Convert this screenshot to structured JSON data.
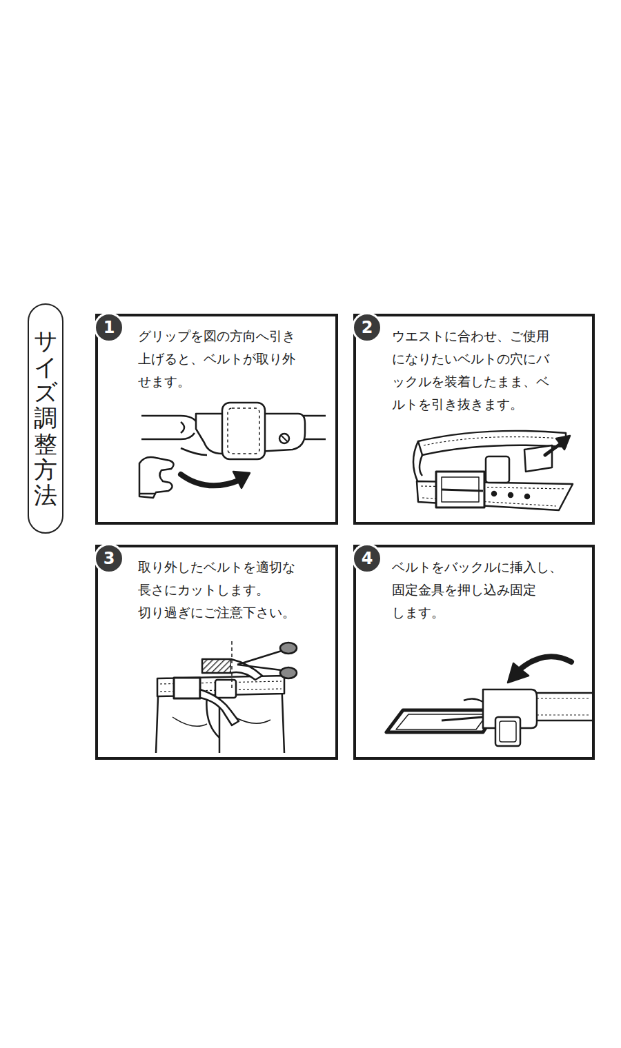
{
  "diagram": {
    "nodes": [
      {
        "text": [
          "サイズ調整方法"
        ]
      },
      {
        "text": [
          "グリップを図の方向へ引き 上げると、ベルトが取り外 せます。"
        ]
      },
      {
        "text": [
          "1"
        ],
        "in": 1
      },
      {
        "text": [
          "ウエストに合わせ、ご使用 になりたいベルトの穴にバ ックルを装着したまま、ベ ルトを引き抜きます。"
        ]
      },
      {
        "text": [
          "2"
        ],
        "in": 3
      },
      {
        "text": [
          "取り外したベルトを適切な 長さにカットします。 切り過ぎにご注意下さい。"
        ]
      },
      {
        "text": [
          "3"
        ],
        "in": 5
      },
      {
        "text": [
          "ベルトをバックルに挿入し、 固定金具を押し込み固定 します。"
        ]
      },
      {
        "text": [
          "4"
        ],
        "in": 7
      }
    ]
  }
}
